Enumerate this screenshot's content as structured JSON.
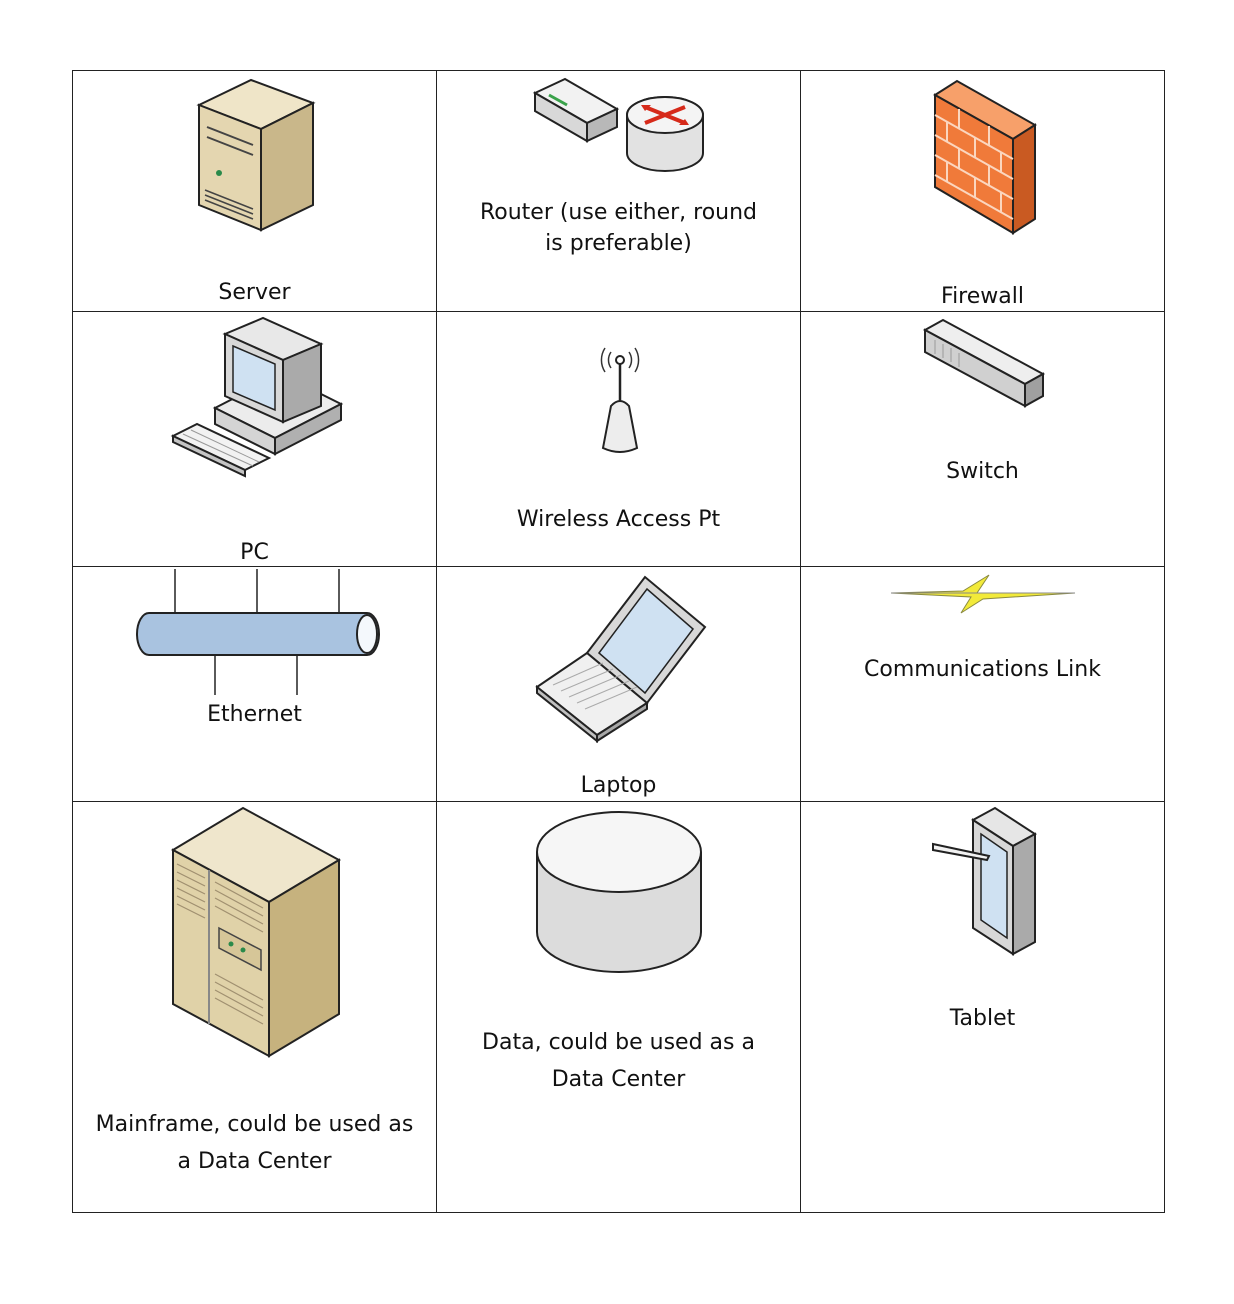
{
  "cells": [
    {
      "name": "Server",
      "label": "Server",
      "icon": "server-tower-icon"
    },
    {
      "name": "Router",
      "label": "Router (use either, round is preferable)",
      "icon": "router-icon"
    },
    {
      "name": "Firewall",
      "label": "Firewall",
      "icon": "firewall-brick-icon"
    },
    {
      "name": "PC",
      "label": "PC",
      "icon": "desktop-pc-icon"
    },
    {
      "name": "Wireless Access Pt",
      "label": "Wireless Access Pt",
      "icon": "wireless-access-point-icon"
    },
    {
      "name": "Switch",
      "label": "Switch",
      "icon": "network-switch-icon"
    },
    {
      "name": "Ethernet",
      "label": "Ethernet",
      "icon": "ethernet-bus-icon"
    },
    {
      "name": "Laptop",
      "label": "Laptop",
      "icon": "laptop-icon"
    },
    {
      "name": "Communications Link",
      "label": "Communications Link",
      "icon": "lightning-link-icon"
    },
    {
      "name": "Mainframe",
      "label": "Mainframe, could be used as a Data Center",
      "icon": "mainframe-cabinet-icon"
    },
    {
      "name": "Data",
      "label": "Data, could be used as a Data Center",
      "icon": "database-cylinder-icon"
    },
    {
      "name": "Tablet",
      "label": "Tablet",
      "icon": "tablet-stylus-icon"
    }
  ],
  "colors": {
    "border": "#222222",
    "server_beige": "#e4d6b0",
    "firewall_orange": "#f07a3a",
    "ethernet_blue": "#a9c3e0",
    "link_yellow": "#f2ea3a"
  }
}
